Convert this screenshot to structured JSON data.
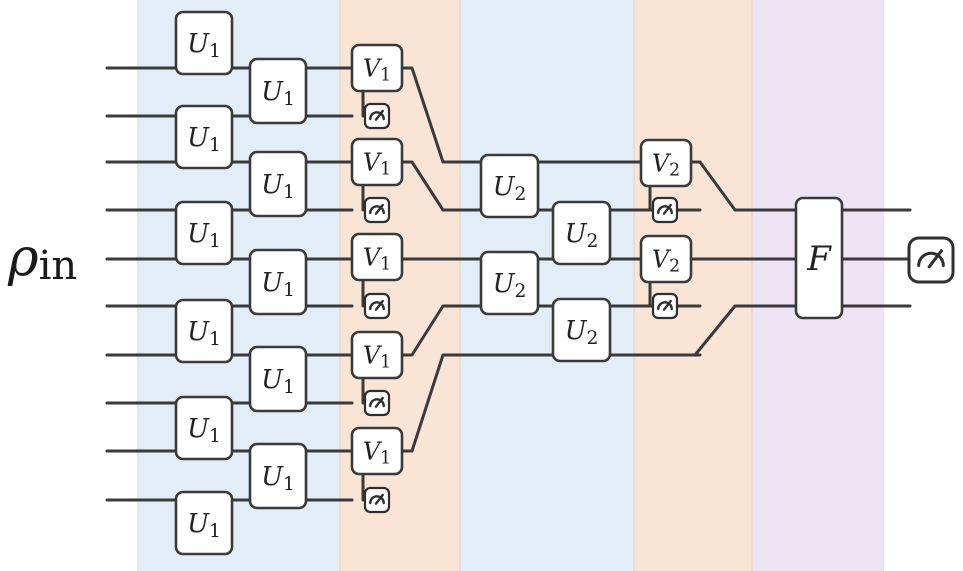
{
  "input_label": {
    "symbol": "ρ",
    "subscript": "in"
  },
  "regions": [
    {
      "name": "layer-u1",
      "color": "#e3edf7"
    },
    {
      "name": "layer-v1",
      "color": "#f9e4d6"
    },
    {
      "name": "layer-u2",
      "color": "#e3edf7"
    },
    {
      "name": "layer-v2",
      "color": "#f9e4d6"
    },
    {
      "name": "layer-f",
      "color": "#ece4f3"
    }
  ],
  "gates": {
    "u1": {
      "symbol": "U",
      "sub": "1"
    },
    "v1": {
      "symbol": "V",
      "sub": "1"
    },
    "u2": {
      "symbol": "U",
      "sub": "2"
    },
    "v2": {
      "symbol": "V",
      "sub": "2"
    },
    "f": {
      "symbol": "F",
      "sub": ""
    }
  },
  "icons": {
    "measurement": "measurement-meter-icon"
  }
}
